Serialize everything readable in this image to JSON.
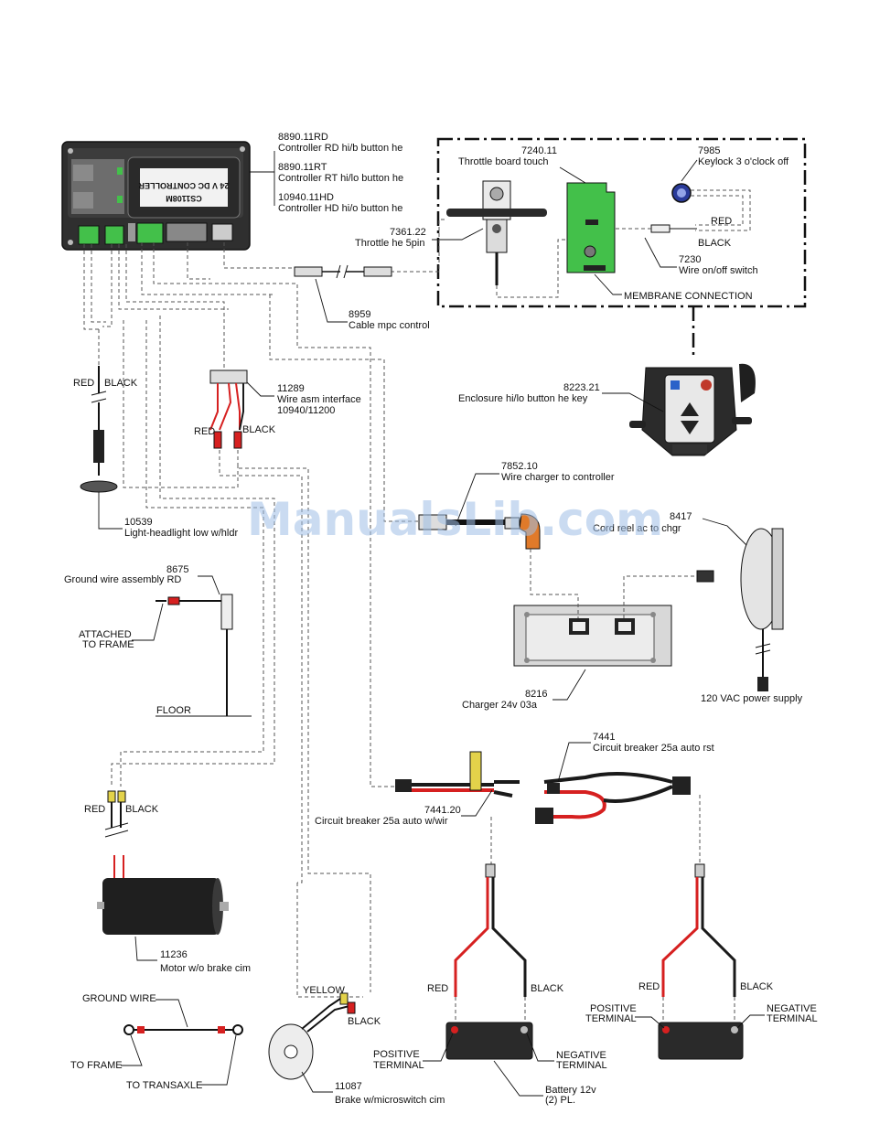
{
  "watermark": "ManualsLib.com",
  "controller": {
    "label_top": "24 V DC CONTROLLER",
    "label_model": "CS1108M"
  },
  "labels": {
    "rd_num": "8890.11RD",
    "rd_desc": "Controller RD hi/b button he",
    "rt_num": "8890.11RT",
    "rt_desc": "Controller RT hi/lo button he",
    "hd_num": "10940.11HD",
    "hd_desc": "Controller HD hi/o button he",
    "throttle_board_num": "7240.11",
    "throttle_board_desc": "Throttle board touch",
    "keylock_num": "7985",
    "keylock_desc": "Keylock 3 o'clock off",
    "throttle_num": "7361.22",
    "throttle_desc": "Throttle he 5pin",
    "red": "RED",
    "black": "BLACK",
    "switch_num": "7230",
    "switch_desc": "Wire on/off switch",
    "membrane": "MEMBRANE CONNECTION",
    "cable_num": "8959",
    "cable_desc": "Cable mpc control",
    "enclosure_num": "8223.21",
    "enclosure_desc": "Enclosure hi/lo button he key",
    "interface_num": "11289",
    "interface_desc1": "Wire asm interface",
    "interface_desc2": "10940/11200",
    "charger_wire_num": "7852.10",
    "charger_wire_desc": "Wire charger to controller",
    "cord_num": "8417",
    "cord_desc": "Cord reel ac to chgr",
    "light_num": "10539",
    "light_desc": "Light-headlight low w/hldr",
    "ground_asm_num": "8675",
    "ground_asm_desc": "Ground wire assembly RD",
    "attached1": "ATTACHED",
    "attached2": "TO FRAME",
    "floor": "FLOOR",
    "charger_num": "8216",
    "charger_desc": "Charger  24v 03a",
    "vac": "120 VAC power supply",
    "breaker_num": "7441",
    "breaker_desc": "Circuit breaker 25a auto rst",
    "breaker_wire_num": "7441.20",
    "breaker_wire_desc": "Circuit breaker 25a auto w/wir",
    "motor_num": "11236",
    "motor_desc": "Motor w/o brake cim",
    "ground_wire": "GROUND WIRE",
    "to_frame": "TO FRAME",
    "to_transaxle": "TO TRANSAXLE",
    "yellow": "YELLOW",
    "brake_num": "11087",
    "brake_desc": "Brake w/microswitch cim",
    "pos1": "POSITIVE",
    "pos2": "TERMINAL",
    "neg1": "NEGATIVE",
    "neg2": "TERMINAL",
    "battery_desc": "Battery  12v",
    "battery_qty": "(2) PL."
  },
  "colors": {
    "board_green": "#43c04a",
    "wire_red": "#d62020",
    "wire_black": "#1a1a1a",
    "controller_body": "#2b2b2b",
    "watermark": "#9fbfe6",
    "brand_label": "#c8a52a"
  }
}
